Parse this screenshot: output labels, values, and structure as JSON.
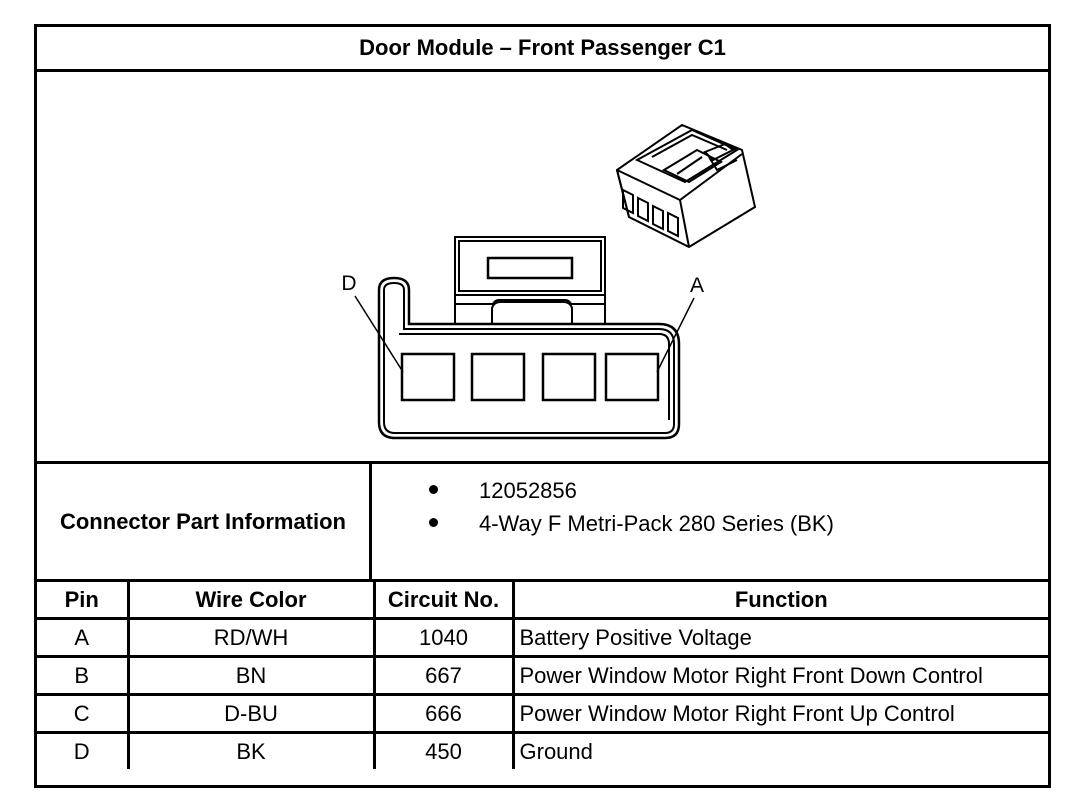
{
  "title": "Door Module – Front Passenger C1",
  "diagram": {
    "label_d": "D",
    "label_a": "A"
  },
  "connector_info": {
    "label": "Connector Part Information",
    "items": [
      "12052856",
      "4-Way F Metri-Pack 280 Series (BK)"
    ]
  },
  "pin_table": {
    "headers": [
      "Pin",
      "Wire Color",
      "Circuit No.",
      "Function"
    ],
    "rows": [
      {
        "pin": "A",
        "wire_color": "RD/WH",
        "circuit": "1040",
        "function": "Battery Positive Voltage"
      },
      {
        "pin": "B",
        "wire_color": "BN",
        "circuit": "667",
        "function": "Power Window Motor Right Front Down Control"
      },
      {
        "pin": "C",
        "wire_color": "D-BU",
        "circuit": "666",
        "function": "Power Window Motor Right Front Up Control"
      },
      {
        "pin": "D",
        "wire_color": "BK",
        "circuit": "450",
        "function": "Ground"
      }
    ]
  }
}
